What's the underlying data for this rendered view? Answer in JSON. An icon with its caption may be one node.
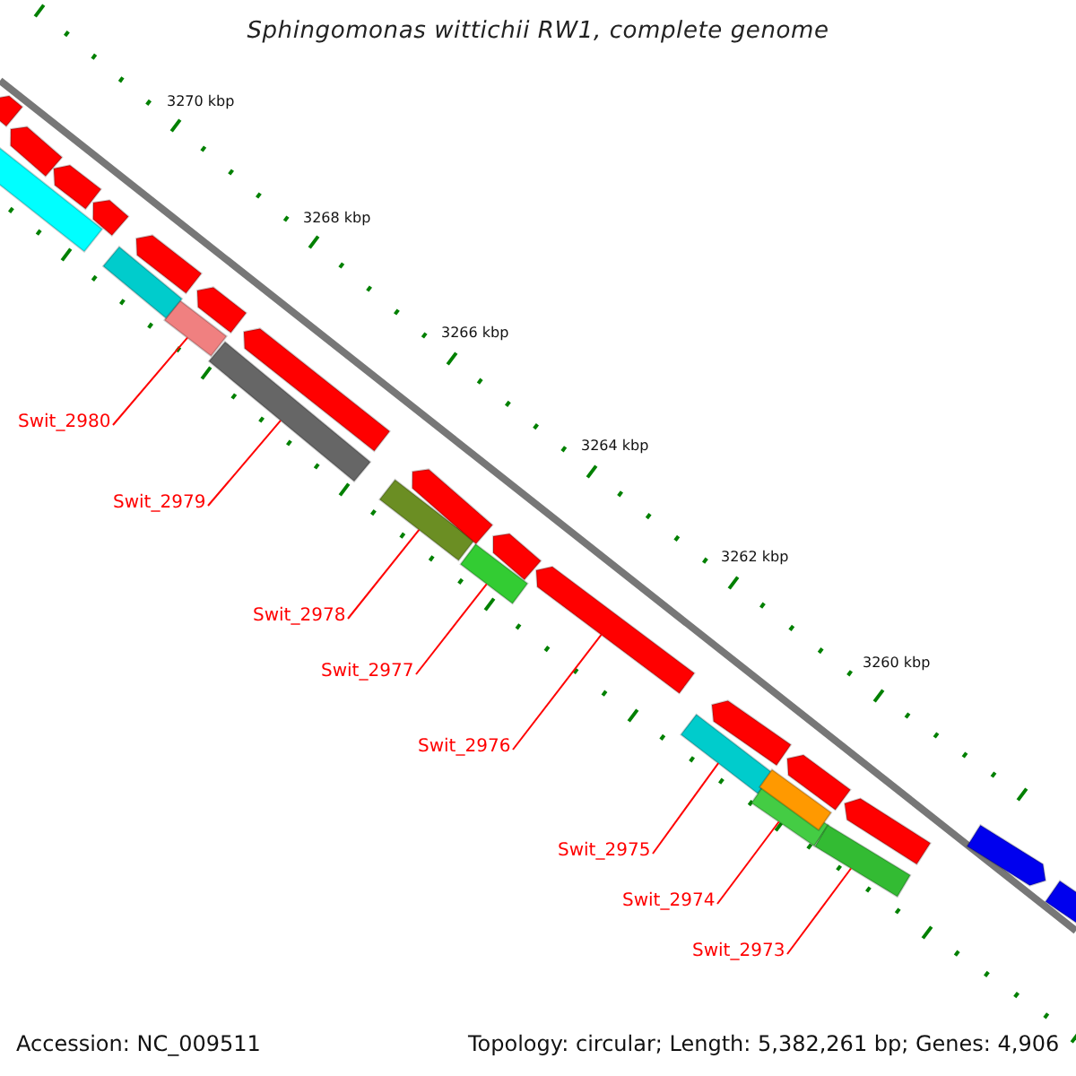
{
  "diagram": {
    "title": "Sphingomonas wittichii RW1, complete genome",
    "nodes": [
      {
        "text": [
          "Swit_2980"
        ]
      },
      {
        "text": [
          "Swit_2979"
        ]
      },
      {
        "text": [
          "Swit_2978"
        ]
      },
      {
        "text": [
          "Swit_2977"
        ]
      },
      {
        "text": [
          "Swit_2976"
        ]
      },
      {
        "text": [
          "Swit_2975"
        ]
      },
      {
        "text": [
          "Swit_2974"
        ]
      },
      {
        "text": [
          "Swit_2973"
        ]
      },
      {
        "text": [],
        "shape": "bar"
      },
      {
        "text": [],
        "shape": "bar"
      },
      {
        "text": [],
        "shape": "bar"
      },
      {
        "text": [],
        "shape": "bar"
      },
      {
        "text": [],
        "shape": "arrow"
      },
      {
        "text": [],
        "shape": "bar"
      },
      {
        "text": [],
        "shape": "bar"
      },
      {
        "text": [],
        "shape": "bar"
      },
      {
        "text": [],
        "shape": "arrow"
      },
      {
        "text": [],
        "shape": "arrow"
      },
      {
        "text": [],
        "shape": "bar"
      },
      {
        "text": [],
        "shape": "arrow"
      },
      {
        "text": [],
        "shape": "arrow"
      },
      {
        "text": [],
        "shape": "bar"
      },
      {
        "text": [],
        "shape": "arrow"
      },
      {
        "text": [],
        "shape": "arrow"
      },
      {
        "text": [],
        "shape": "arrow"
      },
      {
        "text": [],
        "shape": "arrow"
      },
      {
        "text": [],
        "shape": "arrow"
      },
      {
        "text": [],
        "shape": "arrow"
      },
      {
        "text": [],
        "shape": "bar"
      },
      {
        "text": [],
        "shape": "arrow"
      },
      {
        "text": [],
        "shape": "arrow"
      },
      {
        "text": [],
        "shape": "arrow"
      },
      {
        "text": [],
        "shape": "bar"
      }
    ],
    "edges": [
      {
        "from": 0,
        "to": 8,
        "arrow": "none"
      },
      {
        "from": 1,
        "to": 9,
        "arrow": "none"
      },
      {
        "from": 2,
        "to": 10,
        "arrow": "none"
      },
      {
        "from": 3,
        "to": 11,
        "arrow": "none"
      },
      {
        "from": 4,
        "to": 12,
        "arrow": "none"
      },
      {
        "from": 5,
        "to": 13,
        "arrow": "none"
      },
      {
        "from": 6,
        "to": 14,
        "arrow": "none"
      },
      {
        "from": 7,
        "to": 15,
        "arrow": "none"
      }
    ],
    "labels": [
      "3270 kbp",
      "3268 kbp",
      "3266 kbp",
      "3264 kbp",
      "3262 kbp",
      "3260 kbp",
      "Accession: NC_009511",
      "Topology: circular; Length: 5,382,261 bp; Genes: 4,906"
    ]
  }
}
